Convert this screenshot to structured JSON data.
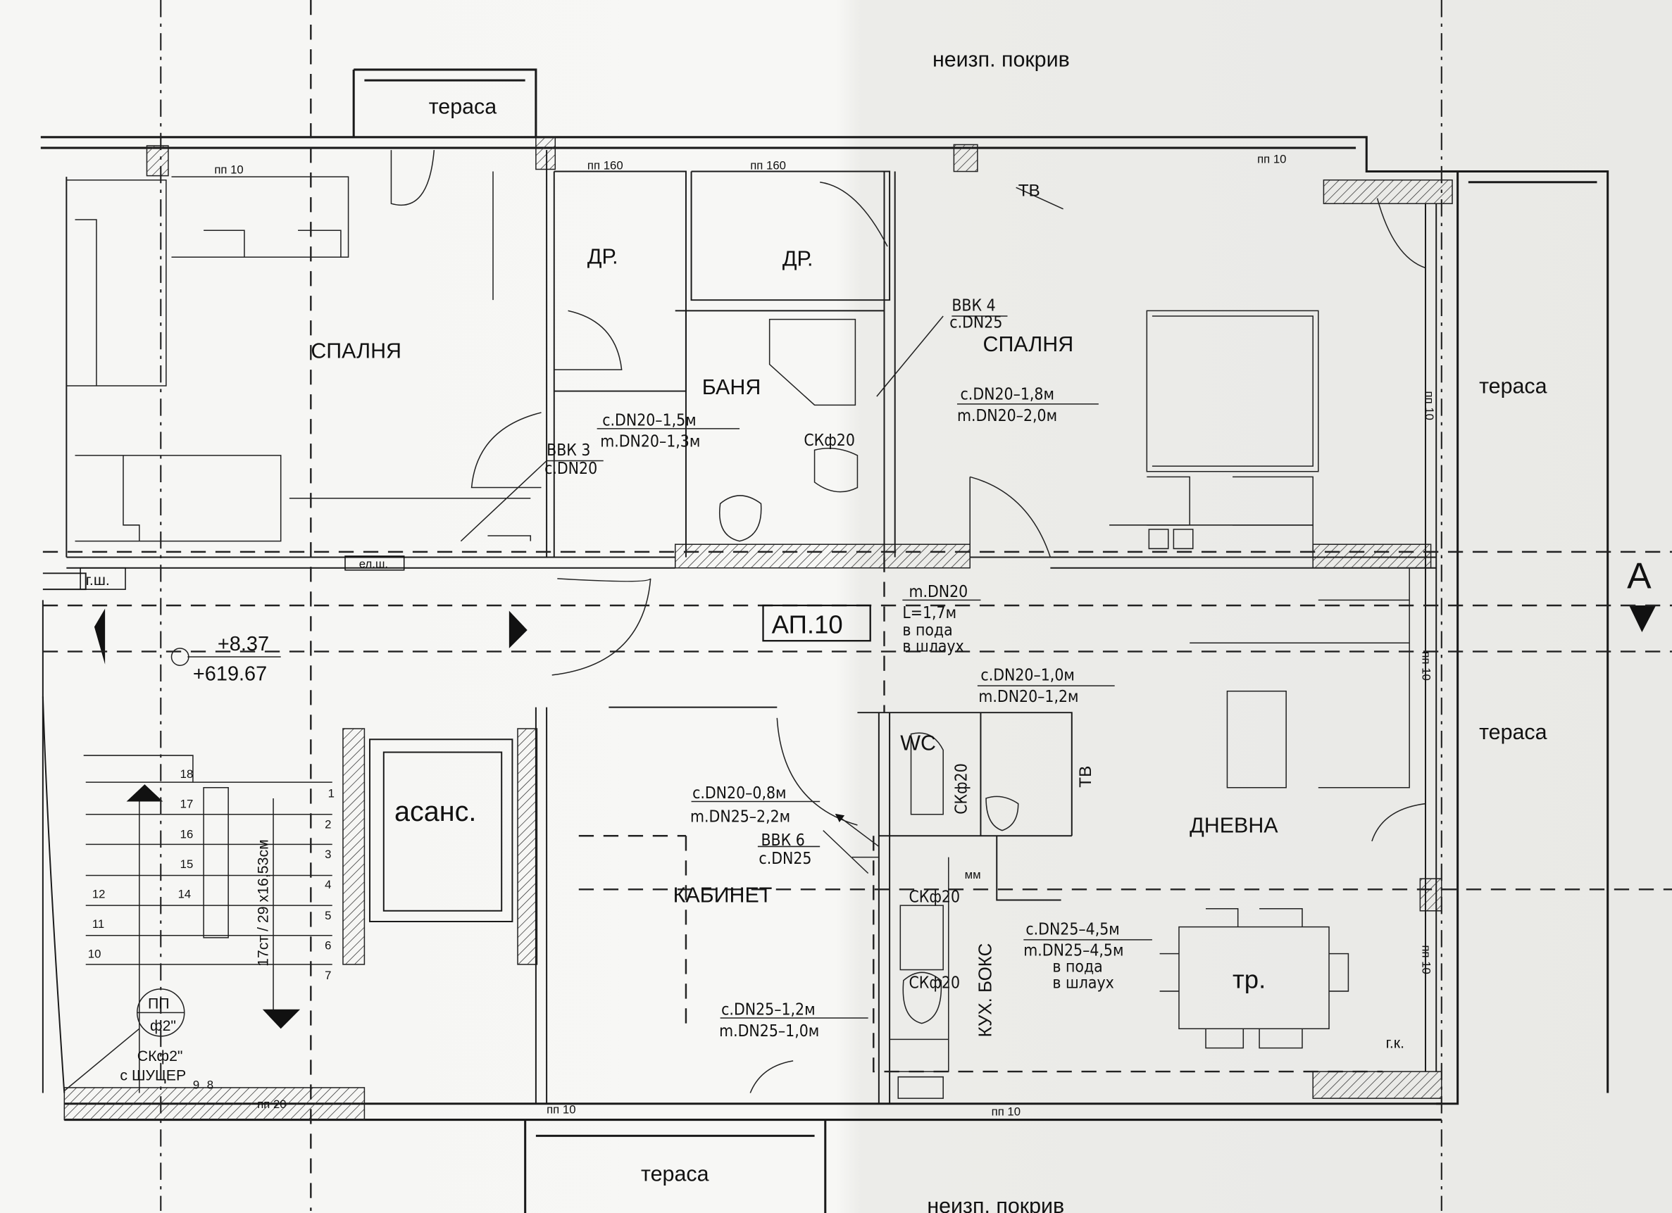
{
  "rooms": {
    "bedroom_left": "СПАЛНЯ",
    "bedroom_right": "СПАЛНЯ",
    "storage_left": "ДР.",
    "storage_right": "ДР.",
    "bathroom": "БАНЯ",
    "wc": "WC",
    "study": "КАБИНЕТ",
    "living": "ДНЕВНА",
    "kitchenette": "КУХ. БОКС",
    "dining": "тр.",
    "elevator": "асанс.",
    "apartment": "АП.10"
  },
  "exterior": {
    "roof_top": "неизп. покрив",
    "roof_bottom": "неизп. покрив",
    "terrace_top": "тераса",
    "terrace_right_1": "тераса",
    "terrace_right_2": "тераса",
    "terrace_bottom": "тераса"
  },
  "sills": {
    "top_1": "пп 10",
    "top_2": "пп 160",
    "top_3": "пп 160",
    "top_4": "пп 10",
    "right_1": "пп 10",
    "right_2": "пп 10",
    "right_3": "пп 10",
    "bottom_1": "пп 20",
    "bottom_2": "пп 10",
    "bottom_3": "пп 10"
  },
  "symbols": {
    "tv_top": "ТВ",
    "tv_living": "ТВ",
    "gas_cabinet": "г.ш.",
    "electric_cabinet": "ел.ш.",
    "boiler": "г.к.",
    "meter": "мм",
    "section_mark": "А",
    "level_relative": "+8.37",
    "level_absolute": "+619.67"
  },
  "pipes": {
    "bbk3": [
      "ВВК 3",
      "c.DN20"
    ],
    "bbk4": [
      "ВВК 4",
      "c.DN25"
    ],
    "bbk6": [
      "ВВК 6",
      "c.DN25"
    ],
    "bath_run": [
      "c.DN20–1,5м",
      "m.DN20–1,3м"
    ],
    "bedroom_run": [
      "c.DN20–1,8м",
      "m.DN20–2,0м"
    ],
    "corridor_run": [
      "m.DN20",
      "L=1,7м",
      "в пода",
      "в шлаух"
    ],
    "wc_run": [
      "c.DN20–1,0м",
      "m.DN20–1,2м"
    ],
    "study_run": [
      "c.DN20–0,8м",
      "m.DN25–2,2м"
    ],
    "study_run_2": [
      "c.DN25–1,2м",
      "m.DN25–1,0м"
    ],
    "living_run": [
      "c.DN25–4,5м",
      "m.DN25–4,5м",
      "в пода",
      "в шлаух"
    ],
    "valve_bath": "СКф20",
    "valve_wc": "СКф20",
    "valve_kitchen_1": "СКф20",
    "valve_kitchen_2": "СКф20"
  },
  "stairs": {
    "spec": "17ст / 29 х16,53см",
    "steps_left": [
      "18",
      "17",
      "16",
      "15",
      "14"
    ],
    "steps_far_left": [
      "12",
      "11",
      "10"
    ],
    "steps_right": [
      "1",
      "2",
      "3",
      "4",
      "5",
      "6",
      "7"
    ],
    "steps_bottom": [
      "9",
      "8"
    ],
    "hydrant": [
      "ПП",
      "ф2\"",
      "СКф2\"",
      "с ШУЦЕР"
    ]
  }
}
